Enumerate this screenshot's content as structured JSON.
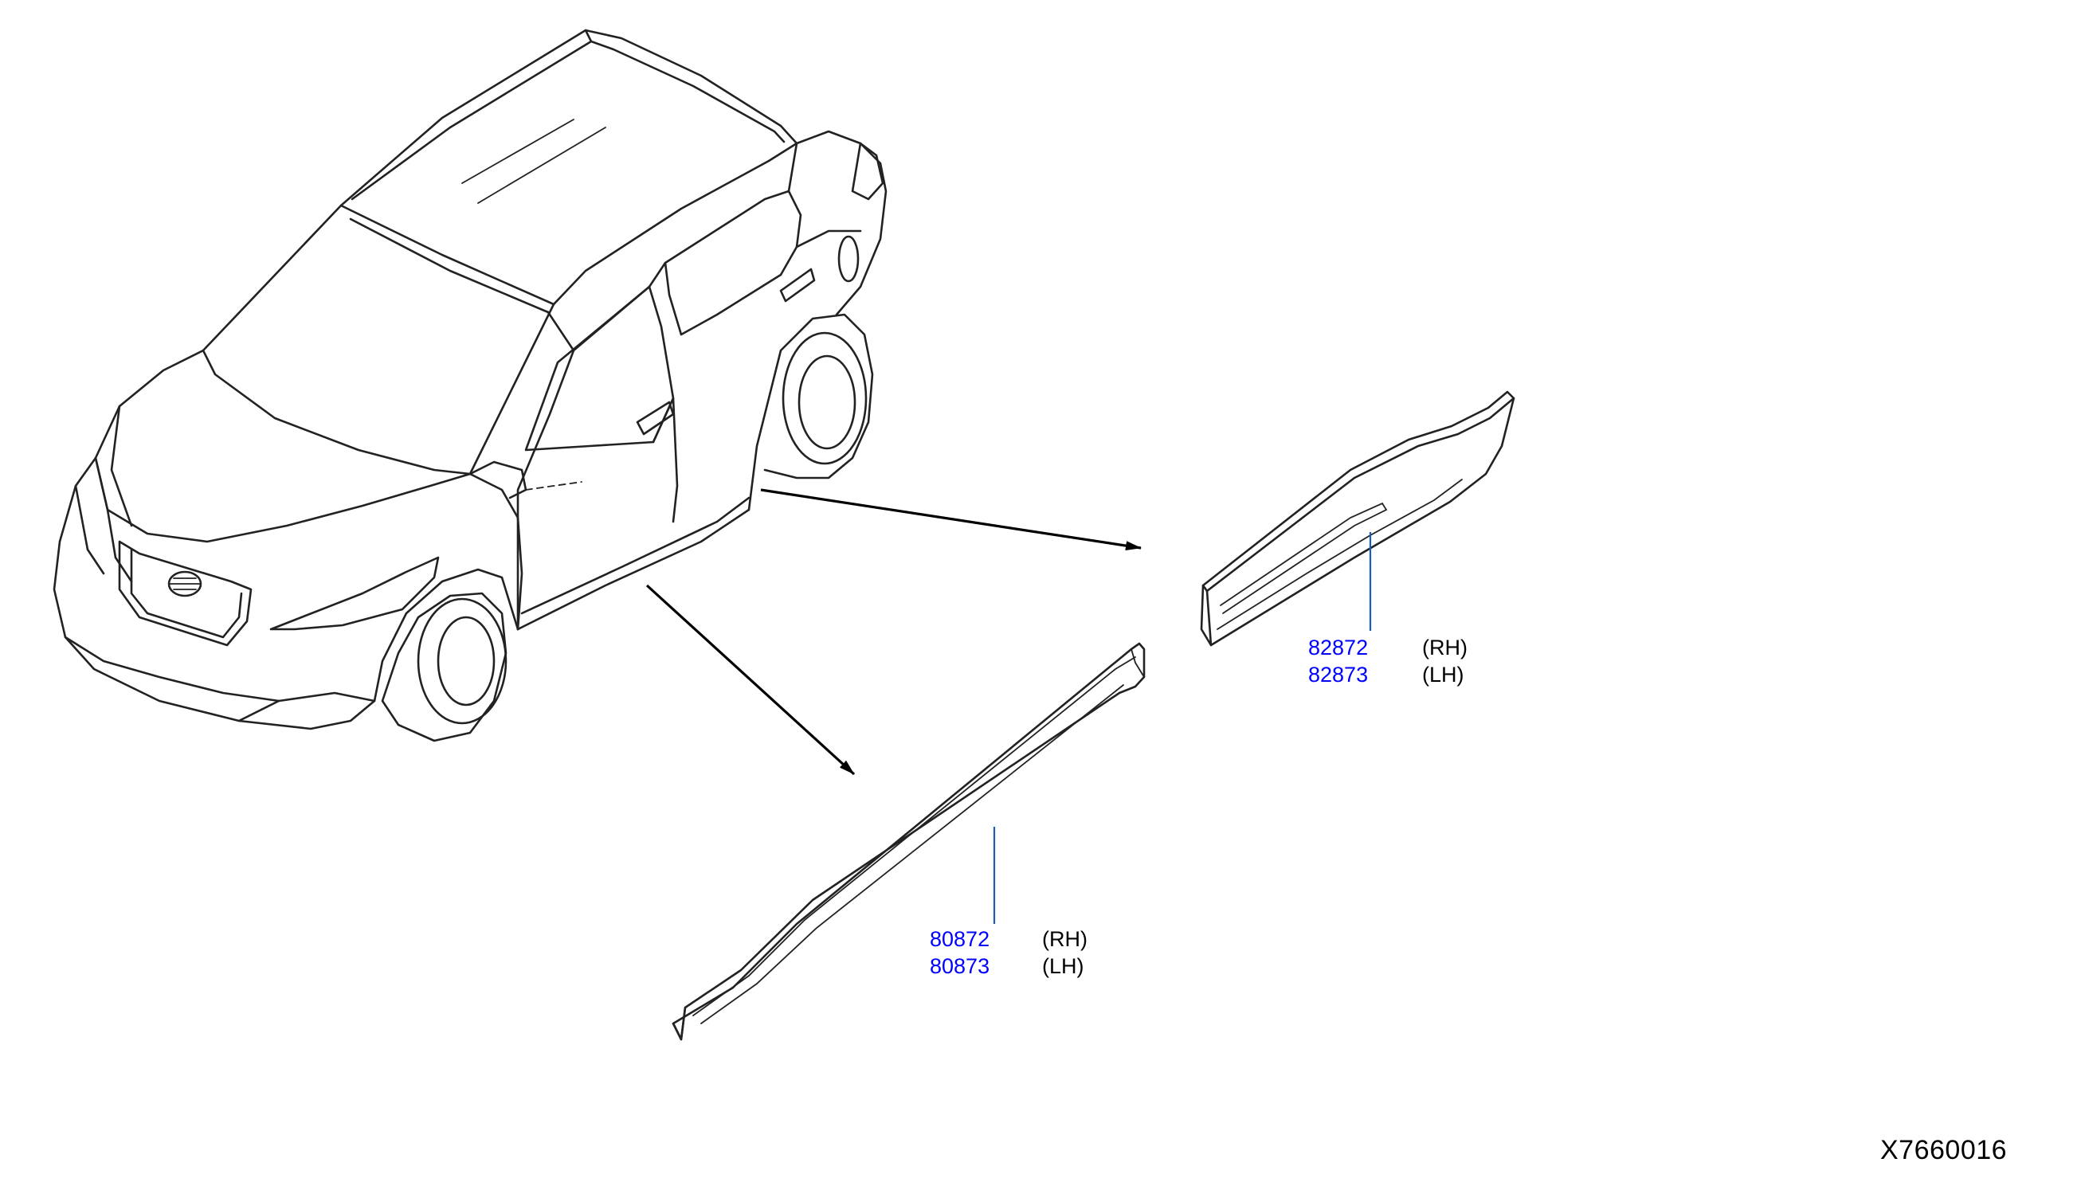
{
  "colors": {
    "part_number": "#0000ff",
    "line": "#222222",
    "leader": "#1a5fb4"
  },
  "callouts": [
    {
      "part_rh": "82872",
      "side_rh": "(RH)",
      "part_lh": "82873",
      "side_lh": "(LH)"
    },
    {
      "part_rh": "80872",
      "side_rh": "(RH)",
      "part_lh": "80873",
      "side_lh": "(LH)"
    }
  ],
  "reference": "X7660016"
}
